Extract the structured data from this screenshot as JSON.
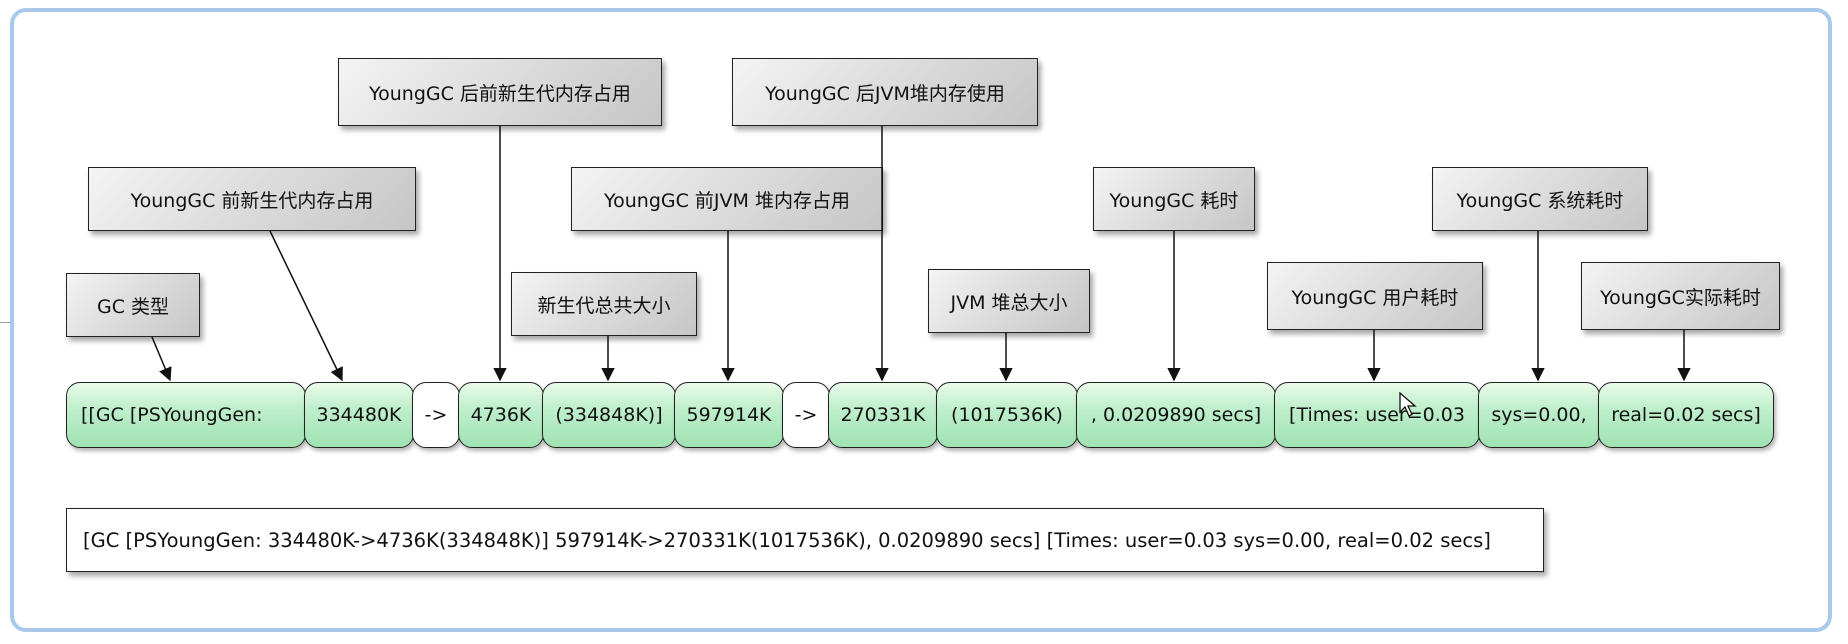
{
  "labels": [
    {
      "id": "gc-type",
      "text": "GC 类型"
    },
    {
      "id": "young-before",
      "text": "YoungGC 前新生代内存占用"
    },
    {
      "id": "young-after",
      "text": "YoungGC 后前新生代内存占用"
    },
    {
      "id": "young-total",
      "text": "新生代总共大小"
    },
    {
      "id": "heap-before",
      "text": "YoungGC 前JVM 堆内存占用"
    },
    {
      "id": "heap-after",
      "text": "YoungGC 后JVM堆内存使用"
    },
    {
      "id": "heap-total",
      "text": "JVM 堆总大小"
    },
    {
      "id": "gc-time",
      "text": "YoungGC 耗时"
    },
    {
      "id": "user-time",
      "text": "YoungGC 用户耗时"
    },
    {
      "id": "sys-time",
      "text": "YoungGC 系统耗时"
    },
    {
      "id": "real-time",
      "text": "YoungGC实际耗时"
    }
  ],
  "segments": [
    "[[GC [PSYoungGen:",
    "334480K",
    "->",
    "4736K",
    "(334848K)]",
    "597914K",
    "->",
    "270331K",
    "(1017536K)",
    ", 0.0209890 secs]",
    "[Times: user=0.03",
    "sys=0.00,",
    "real=0.02 secs]"
  ],
  "raw_log": "[GC [PSYoungGen: 334480K->4736K(334848K)] 597914K->270331K(1017536K), 0.0209890 secs] [Times: user=0.03 sys=0.00, real=0.02 secs]",
  "colors": {
    "segment_fill": "#9fe3b3",
    "label_fill": "#d4d4d4",
    "frame_border": "#a9c9ec"
  }
}
